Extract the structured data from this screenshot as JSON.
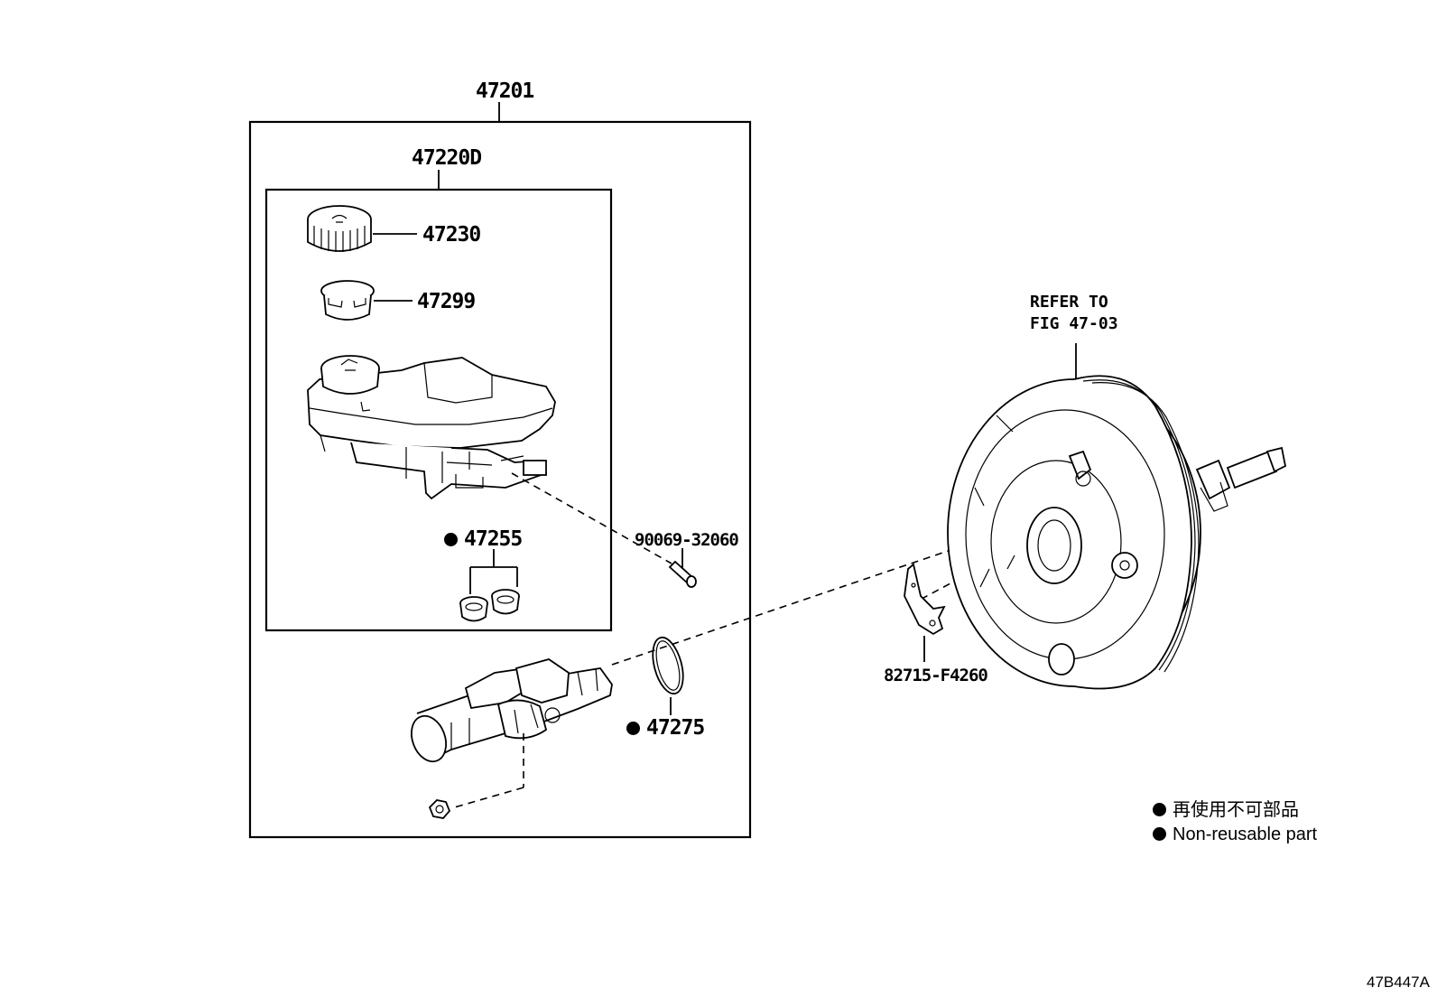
{
  "parts": {
    "assembly": "47201",
    "reservoir_sub": "47220D",
    "cap": "47230",
    "strainer": "47299",
    "grommet": "47255",
    "pin": "90069-32060",
    "o_ring": "47275",
    "plate": "82715-F4260"
  },
  "reference": {
    "line1": "REFER TO",
    "line2": "FIG 47-03"
  },
  "legend": {
    "japanese": "再使用不可部品",
    "english": "Non-reusable part"
  },
  "figure_code": "47B447A",
  "non_reusable_marker": "filled-circle-icon"
}
